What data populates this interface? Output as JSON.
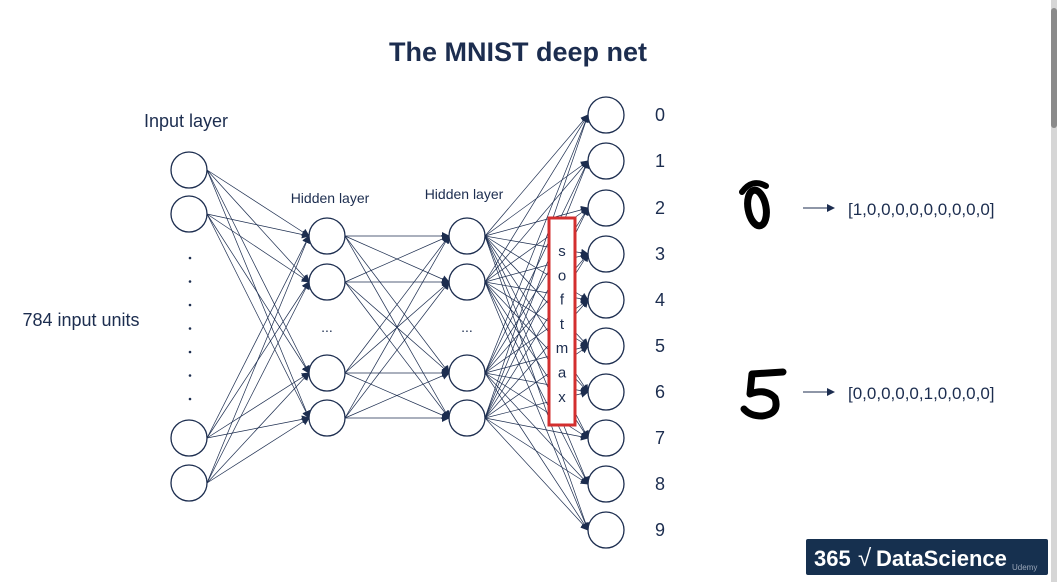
{
  "title": "The MNIST deep net",
  "labels": {
    "input_layer": "Input layer",
    "hidden_layer_1": "Hidden layer",
    "hidden_layer_2": "Hidden layer",
    "input_units": "784 input units",
    "hidden_ellipsis_1": "...",
    "hidden_ellipsis_2": "..."
  },
  "softmax_letters": [
    "s",
    "o",
    "f",
    "t",
    "m",
    "a",
    "x"
  ],
  "outputs": [
    "0",
    "1",
    "2",
    "3",
    "4",
    "5",
    "6",
    "7",
    "8",
    "9"
  ],
  "examples": [
    {
      "digit": "0",
      "vector": "[1,0,0,0,0,0,0,0,0,0]"
    },
    {
      "digit": "5",
      "vector": "[0,0,0,0,0,1,0,0,0,0]"
    }
  ],
  "brand": {
    "prefix": "365",
    "symbol": "√",
    "name": "DataScience"
  },
  "watermark": "Udemy",
  "colors": {
    "title": "#1c2d4f",
    "text": "#1c2d4f",
    "line": "#1c2d4f",
    "softmax_box": "#d32f2f",
    "logo_bg": "#16304f",
    "logo_text": "#ffffff"
  }
}
